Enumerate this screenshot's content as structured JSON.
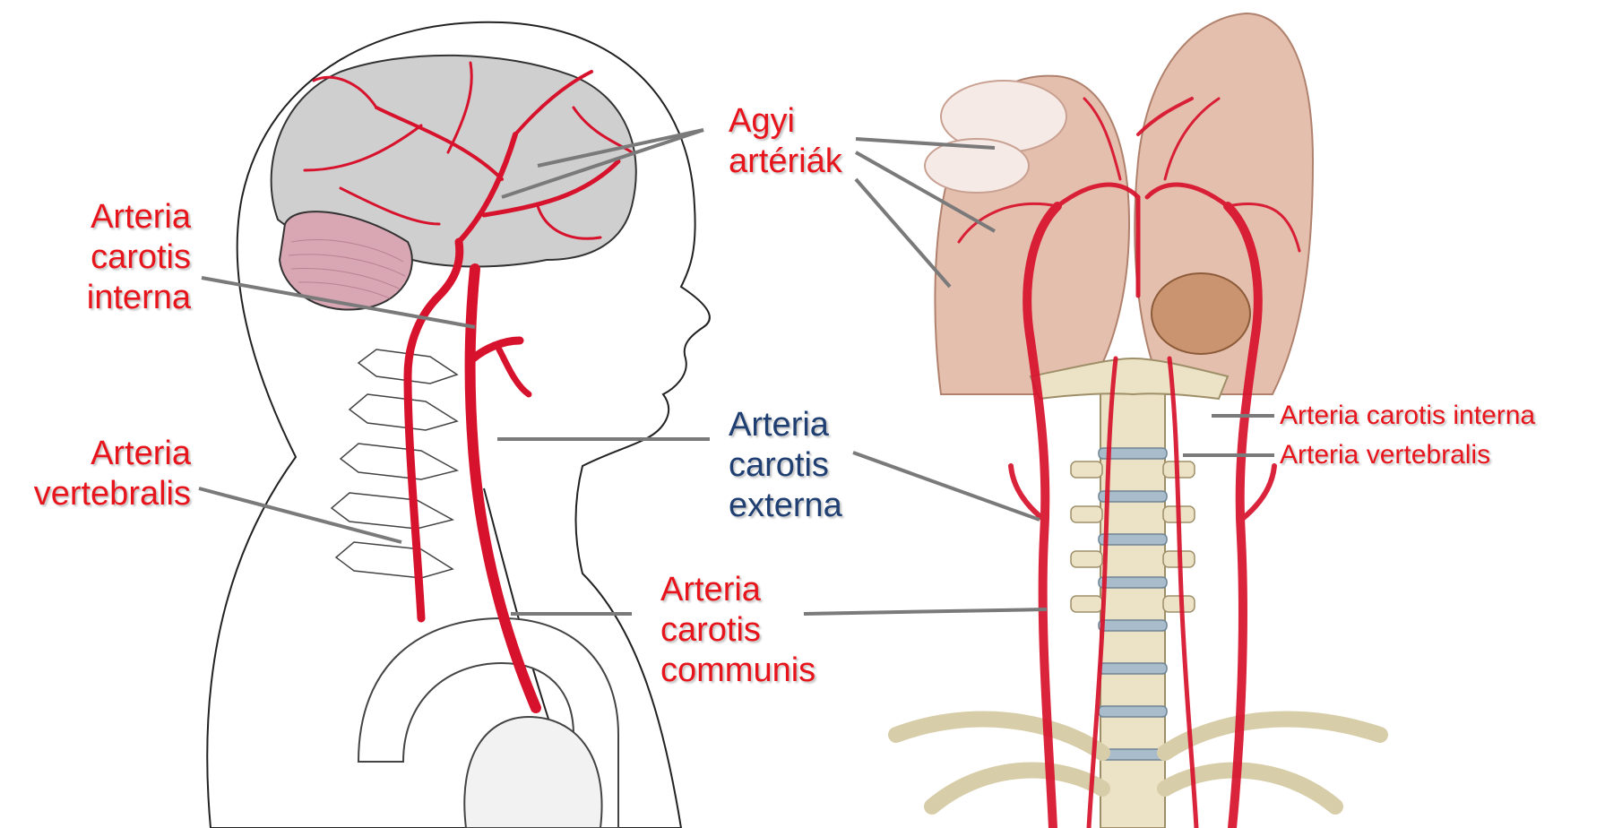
{
  "colors": {
    "label_red": "#e8141b",
    "label_blue": "#1f3f73",
    "artery_red": "#d7122c",
    "leader_gray": "#7a7a7a",
    "brain_gray": "#cfcfcf",
    "cerebellum_pink": "#d9a6b4",
    "bone_cream": "#ece3c6",
    "disc_blue": "#a9bccb",
    "brain_flesh": "#e5bfae"
  },
  "labels": {
    "agyi": [
      "Agyi",
      "artériák"
    ],
    "carotis_interna_left": [
      "Arteria",
      "carotis",
      "interna"
    ],
    "vertebralis_left": [
      "Arteria",
      "vertebralis"
    ],
    "carotis_externa": [
      "Arteria",
      "carotis",
      "externa"
    ],
    "carotis_communis": [
      "Arteria",
      "carotis",
      "communis"
    ],
    "carotis_interna_right": "Arteria carotis interna",
    "vertebralis_right": "Arteria vertebralis"
  }
}
